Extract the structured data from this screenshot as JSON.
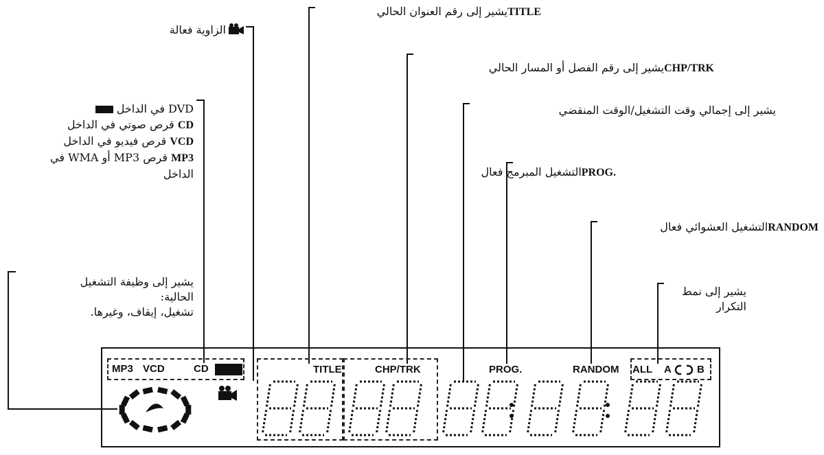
{
  "annotations": {
    "title": {
      "prefix": "TITLE",
      "text": "يشير إلى رقم العنوان الحالي"
    },
    "angle": {
      "text": "الزاوية فعالة",
      "icon": "camera-icon"
    },
    "chp_trk": {
      "prefix": "CHP/TRK",
      "text": "يشير إلى رقم الفصل أو المسار الحالي"
    },
    "disc": {
      "line1": "DVD في الداخل",
      "line2_bold": "CD",
      "line2": "قرص صوتي في الداخل",
      "line3_bold": "VCD",
      "line3": "قرص فيديو في الداخل",
      "line4_bold": "MP3",
      "line4": "قرص MP3  أو WMA في",
      "line5": "الداخل"
    },
    "time": {
      "text": "يشير إلى إجمالي وقت التشغيل/الوقت المنقضي"
    },
    "prog": {
      "prefix": ".PROG",
      "text": "التشغيل المبرمج فعال"
    },
    "random": {
      "prefix": "RANDOM",
      "text": "التشغيل العشوائي فعال"
    },
    "function": {
      "line1": "يشير إلى وظيفة التشغيل",
      "line2": "الحالية:",
      "line3": "تشغيل، إيقاف، وغيرها."
    },
    "repeat": {
      "line1": "يشير إلى نمط",
      "line2": "التكرار"
    }
  },
  "display": {
    "mp3": "MP3",
    "vcd": "VCD",
    "cd": "CD",
    "title": "TITLE",
    "chp_trk": "CHP/TRK",
    "prog": "PROG.",
    "random": "RANDOM",
    "all": "ALL",
    "a": "A",
    "b": "B",
    "digits": [
      "8",
      "8",
      "8",
      "8",
      "8",
      "8",
      "8",
      "8",
      "8",
      "8"
    ]
  },
  "colors": {
    "ink": "#111111",
    "background": "#ffffff"
  }
}
